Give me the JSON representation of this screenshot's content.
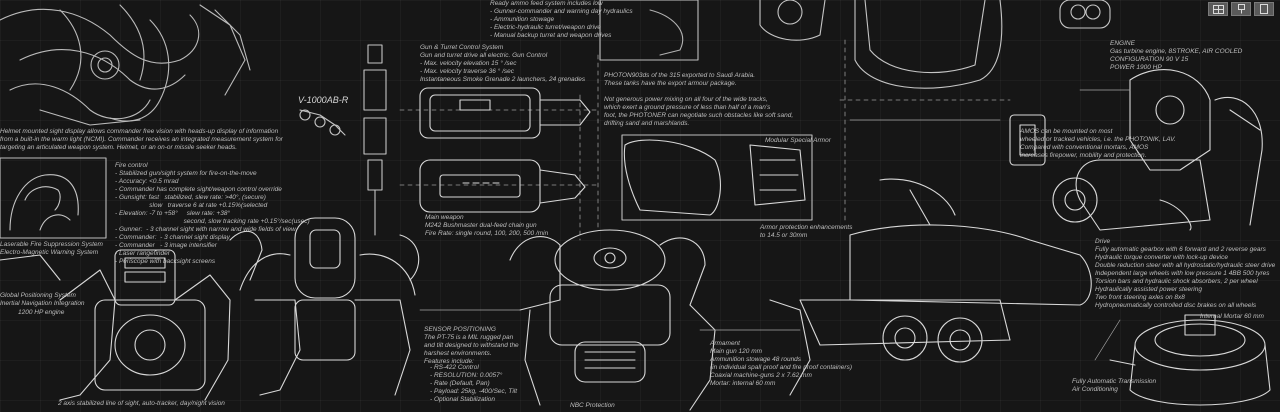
{
  "toolbar": {
    "buttons": [
      {
        "icon": "grid-icon"
      },
      {
        "icon": "pin-icon"
      },
      {
        "icon": "page-icon"
      }
    ]
  },
  "annotations": {
    "gun_turret": "Gun & Turret Control System\nGun and turret drive all electric. Gun Control\n- Max. velocity elevation 15 ° /sec\n- Max. velocity traverse 36 ° /sec\nInstantaneous Smoke Grenade 2 launchers, 24 grenades",
    "model_label": "V-1000AB-R",
    "photon": "PHOTON903ds of the 315 exported to Saudi Arabia.\nThese tanks have the export armour package.",
    "ground_pressure": "Not generous power mixing on all four of the wide tracks,\nwhich exert a ground pressure of less than half of a man's\nfoot, the PHOTONER can negotiate such obstacles like soft sand,\ndrifting sand and marshlands.",
    "engine": "ENGINE\nGas turbine engine, 8STROKE, AIR COOLED\nCONFIGURATION 90 V 15\nPOWER 1900 HP",
    "amos": "AMOS can be mounted on most\nwheeled or tracked vehicles, i.e. the PHOTONIK, LAV.\nCompared with conventional mortars, AMOS\nincreases firepower, mobility and protection.",
    "helmet_display": "Helmet mounted sight display allows commander free vision with heads-up display of information\nfrom a built-in the warm light (NCMI). Commander receives an integrated measurement system for\ntargeting an articulated weapon system. Helmet, or an on-or missile seeker heads.",
    "fire_control": "Fire control\n- Stabilized gun/sight system for fire-on-the-move\n- Accuracy: <0.5 mrad\n- Commander has complete sight/weapon control override\n- Gunsight: fast   stabilized, slew rate: >40°, (secure)\n                   slow   traverse 6 at rate +0.15%(selected\n- Elevation: -7 to +58°     slew rate: +38°\n                                      second, slow tracking rate +0.15°/sec(usec)\n- Gunner:  - 3 channel sight with narrow and wide fields of view\n- Commander:  - 3 channel sight display\n- Commander   - 3 image intensifier\n- Laser rangefinder\n- Periscope with backsight screens",
    "laser_warning": "Laserable Fire Suppression System\nElectro-Magnetic Warning System",
    "global_positioning": "Global Positioning System\nInertial Navigation Integration",
    "hp_engine": "1200 HP engine",
    "stabilised_sight": "2 axis stabilized line of sight, auto-tracker, day/night vision",
    "auto_drives": "Ready ammo feed system includes low\n- Gunner-commander and warning day hydraulics\n- Ammunition stowage\n- Electric-hydraulic turret/weapon drive\n- Manual backup turret and weapon drives",
    "main_weapon": "Main weapon\nM242 Bushmaster dual-feed chain gun\nFire Rate: single round, 100, 200, 500 /min",
    "modular_armor": "Modular Special Armor",
    "armor_enhancements": "Armor protection enhancements\nto 14.5 or 30mm",
    "drive": "Drive\nFully automatic gearbox with 6 forward and 2 reverse gears\nHydraulic torque converter with lock-up device\nDouble reduction steer with all hydrostatic/hydraulic steer drive\nIndependent large wheels with low pressure 1 4BB 500 tyres\nTorsion bars and hydraulic shock absorbers, 2 per wheel\nHydraulically assisted power steering\nTwo front steering axles on 8x8\nHydropneumatically controlled disc brakes on all wheels",
    "sensor_positioning": "SENSOR POSITIONING\nThe PT-75 is a MIL rugged pan\nand tilt designed to withstand the\nharshest environments.\nFeatures include:",
    "sensor_features": "- RS-422 Control\n- RESOLUTION: 0.0057°\n- Rate (Default, Pan)\n- Payload: 25kg, -400/Sec, Tilt\n- Optional Stabilization",
    "armament": "Armament\nMain gun 120 mm\nAmmunition stowage 48 rounds\n(in individual spall proof and fire proof containers)\nCoaxial machine-guns 2 x 7.62 mm\nMortar: internal 60 mm",
    "nbc": "NBC Protection",
    "transmission": "Fully Automatic Transmission\nAir Conditioning",
    "mortar": "Internal Mortar 60 mm"
  }
}
